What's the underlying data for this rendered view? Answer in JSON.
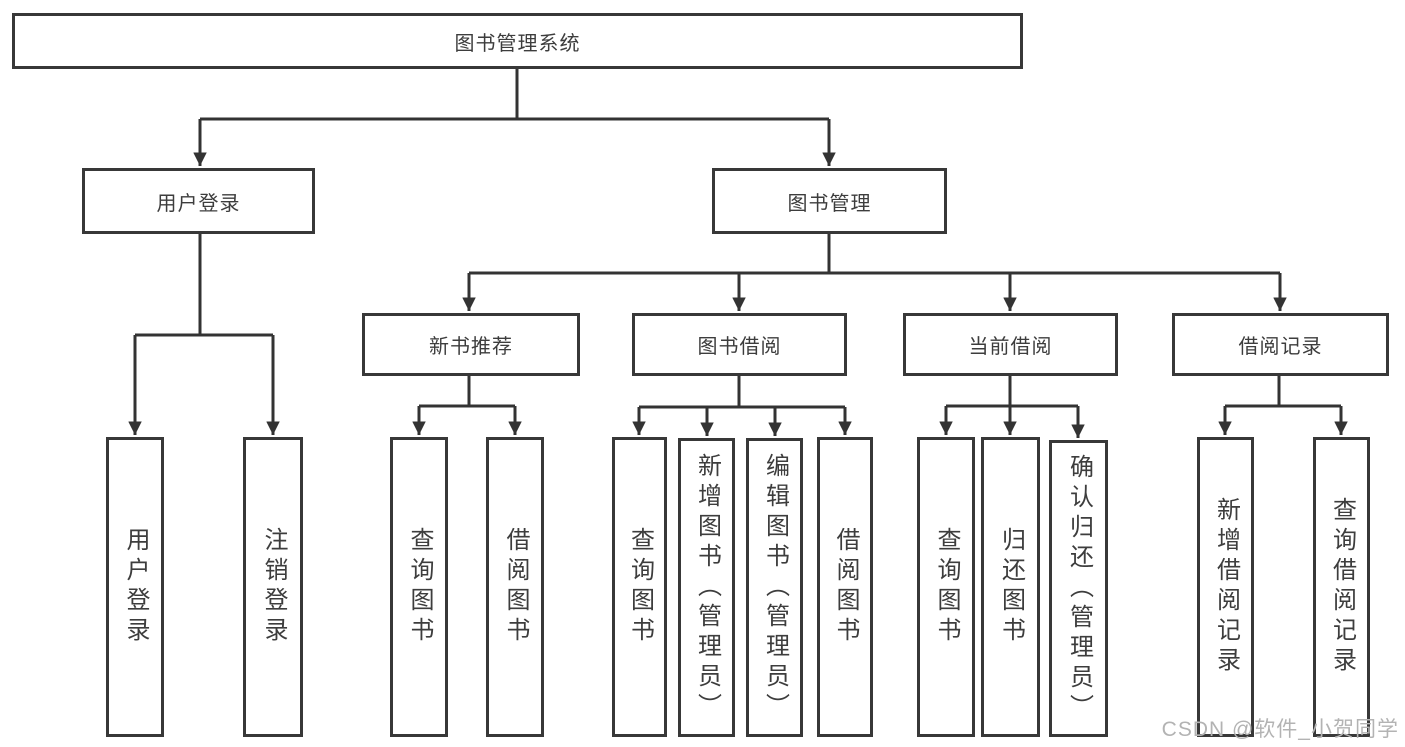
{
  "diagram": {
    "title": "图书管理系统",
    "watermark": "CSDN @软件_小贺同学",
    "colors": {
      "line": "#333333",
      "box_border": "#383838",
      "box_fill": "#ffffff",
      "text": "#3d3d3d",
      "watermark": "#b3b3b3",
      "background": "#ffffff"
    },
    "nodes": {
      "root": {
        "label": "图书管理系统"
      },
      "level2": [
        {
          "label": "用户登录",
          "parent": "图书管理系统"
        },
        {
          "label": "图书管理",
          "parent": "图书管理系统"
        }
      ],
      "level3": [
        {
          "label": "新书推荐",
          "parent": "图书管理"
        },
        {
          "label": "图书借阅",
          "parent": "图书管理"
        },
        {
          "label": "当前借阅",
          "parent": "图书管理"
        },
        {
          "label": "借阅记录",
          "parent": "图书管理"
        }
      ],
      "leaves": [
        {
          "label": "用户登录",
          "parent": "用户登录"
        },
        {
          "label": "注销登录",
          "parent": "用户登录"
        },
        {
          "label": "查询图书",
          "parent": "新书推荐"
        },
        {
          "label": "借阅图书",
          "parent": "新书推荐"
        },
        {
          "label": "查询图书",
          "parent": "图书借阅"
        },
        {
          "label": "新增图书（管理员）",
          "parent": "图书借阅"
        },
        {
          "label": "编辑图书（管理员）",
          "parent": "图书借阅"
        },
        {
          "label": "借阅图书",
          "parent": "图书借阅"
        },
        {
          "label": "查询图书",
          "parent": "当前借阅"
        },
        {
          "label": "归还图书",
          "parent": "当前借阅"
        },
        {
          "label": "确认归还（管理员）",
          "parent": "当前借阅"
        },
        {
          "label": "新增借阅记录",
          "parent": "借阅记录"
        },
        {
          "label": "查询借阅记录",
          "parent": "借阅记录"
        }
      ]
    }
  }
}
